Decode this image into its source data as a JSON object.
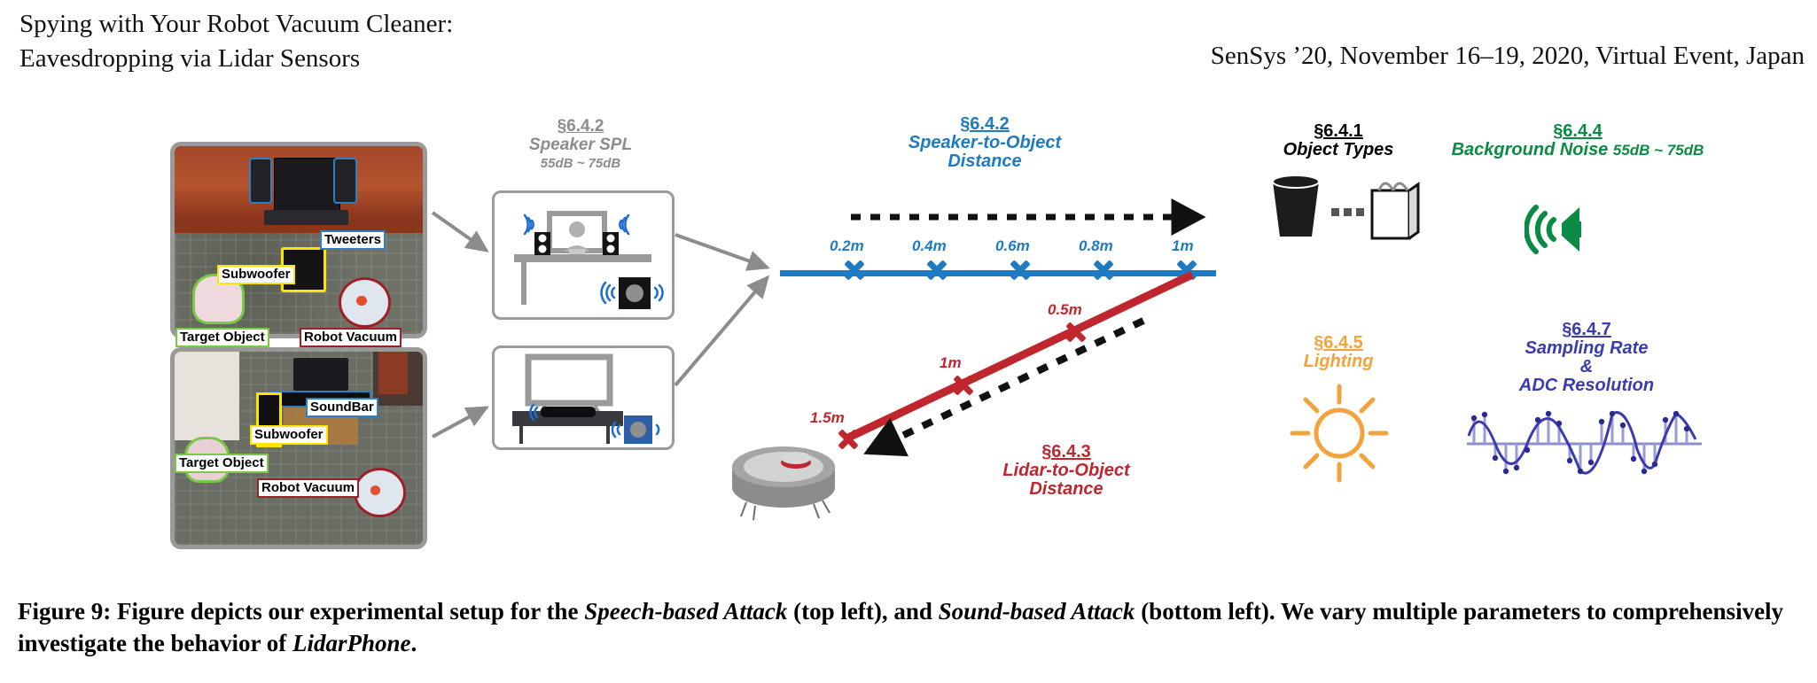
{
  "header": {
    "left_line1": "Spying with Your Robot Vacuum Cleaner:",
    "left_line2": "Eavesdropping via Lidar Sensors",
    "right": "SenSys ’20, November 16–19, 2020, Virtual Event, Japan"
  },
  "colors": {
    "blue": "#1f7bc1",
    "red": "#c0262e",
    "green": "#0a8a43",
    "orange": "#f2a33c",
    "navy": "#3b3bb0",
    "gray": "#8c8c8c",
    "yellow": "#ffe400",
    "black": "#000000"
  },
  "photos": {
    "top": {
      "name": "speech-based-attack-photo",
      "labels": [
        {
          "text": "Tweeters",
          "color": "blue"
        },
        {
          "text": "Subwoofer",
          "color": "yellow"
        },
        {
          "text": "Target Object",
          "color": "green"
        },
        {
          "text": "Robot Vacuum",
          "color": "red"
        }
      ]
    },
    "bottom": {
      "name": "sound-based-attack-photo",
      "labels": [
        {
          "text": "SoundBar",
          "color": "blue"
        },
        {
          "text": "Subwoofer",
          "color": "yellow"
        },
        {
          "text": "Target Object",
          "color": "green"
        },
        {
          "text": "Robot Vacuum",
          "color": "red"
        }
      ]
    }
  },
  "sections": {
    "speaker_spl": {
      "num": "§6.4.2",
      "title": "Speaker SPL",
      "sub": "55dB ~ 75dB",
      "color": "#8c8c8c"
    },
    "speaker_to_object": {
      "num": "§6.4.2",
      "title_line1": "Speaker-to-Object",
      "title_line2": "Distance",
      "color": "#1f7bc1",
      "ticks": [
        "0.2m",
        "0.4m",
        "0.6m",
        "0.8m",
        "1m"
      ]
    },
    "lidar_to_object": {
      "num": "§6.4.3",
      "title_line1": "Lidar-to-Object",
      "title_line2": "Distance",
      "color": "#c0262e",
      "ticks": [
        "0.5m",
        "1m",
        "1.5m"
      ]
    },
    "object_types": {
      "num": "§6.4.1",
      "title": "Object Types",
      "color": "#000000",
      "ellipsis": "..."
    },
    "background_noise": {
      "num": "§6.4.4",
      "title": "Background Noise",
      "sub": "55dB ~ 75dB",
      "color": "#0a8a43"
    },
    "lighting": {
      "num": "§6.4.5",
      "title": "Lighting",
      "color": "#f2a33c"
    },
    "sampling": {
      "num": "§6.4.7",
      "title_line1": "Sampling Rate",
      "title_line2": "&",
      "title_line3": "ADC Resolution",
      "color": "#3b3bb0"
    }
  },
  "caption": {
    "prefix": "Figure 9: Figure depicts our experimental setup for the ",
    "em1": "Speech-based Attack",
    "mid1": " (top left), and ",
    "em2": "Sound-based Attack",
    "mid2": " (bottom left).",
    "line2_prefix": "We vary multiple parameters to comprehensively investigate the behavior of ",
    "em3": "LidarPhone",
    "line2_suffix": "."
  }
}
